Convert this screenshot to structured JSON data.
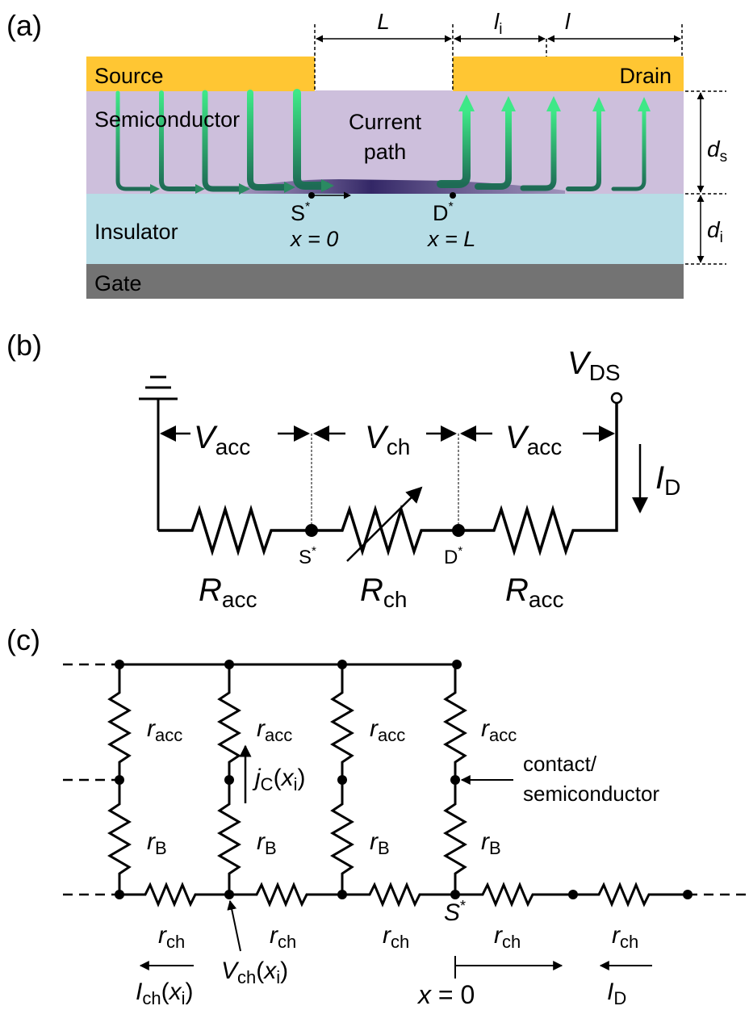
{
  "panels": {
    "a": "(a)",
    "b": "(b)",
    "c": "(c)"
  },
  "a": {
    "source": "Source",
    "drain": "Drain",
    "semiconductor": "Semiconductor",
    "insulator": "Insulator",
    "gate": "Gate",
    "current_path_line1": "Current",
    "current_path_line2": "path",
    "L": "L",
    "l_i_main": "l",
    "l_i_sub": "i",
    "l": "l",
    "d_s_main": "d",
    "d_s_sub": "s",
    "d_i_main": "d",
    "d_i_sub": "i",
    "S_star": "S",
    "D_star": "D",
    "star": "*",
    "x_eq_0": "x = 0",
    "x_eq_L": "x = L",
    "colors": {
      "source_drain": "#ffc633",
      "semiconductor": "#cdbfdc",
      "insulator": "#b7dde6",
      "gate": "#737373",
      "arrow_bright": "#33e07a",
      "arrow_dark": "#1c6e52",
      "channel": "#3a2e6a"
    }
  },
  "b": {
    "V_DS_main": "V",
    "V_DS_sub": "DS",
    "V_acc_left_main": "V",
    "V_acc_left_sub": "acc",
    "V_ch_main": "V",
    "V_ch_sub": "ch",
    "V_acc_right_main": "V",
    "V_acc_right_sub": "acc",
    "I_D_main": "I",
    "I_D_sub": "D",
    "S_star": "S",
    "D_star": "D",
    "star": "*",
    "R_acc_left_main": "R",
    "R_acc_left_sub": "acc",
    "R_ch_main": "R",
    "R_ch_sub": "ch",
    "R_acc_right_main": "R",
    "R_acc_right_sub": "acc"
  },
  "c": {
    "r_acc_main": "r",
    "r_acc_sub": "acc",
    "r_B_main": "r",
    "r_B_sub": "B",
    "r_ch_main": "r",
    "r_ch_sub": "ch",
    "jc_main": "j",
    "jc_sub": "C",
    "jc_arg_open": "(",
    "jc_arg_x": "x",
    "jc_arg_sub": "i",
    "jc_arg_close": ")",
    "contact_line1": "contact/",
    "contact_line2": "semiconductor",
    "S_star": "S",
    "star": "*",
    "Vch_main": "V",
    "Vch_sub": "ch",
    "Vch_arg_open": "(",
    "Vch_arg_x": "x",
    "Vch_arg_sub": "i",
    "Vch_arg_close": ")",
    "Ich_main": "I",
    "Ich_sub": "ch",
    "Ich_arg_open": "(",
    "Ich_arg_x": "x",
    "Ich_arg_sub": "i",
    "Ich_arg_close": ")",
    "x0_x": "x",
    "x0_rest": " = 0",
    "ID_main": "I",
    "ID_sub": "D"
  }
}
